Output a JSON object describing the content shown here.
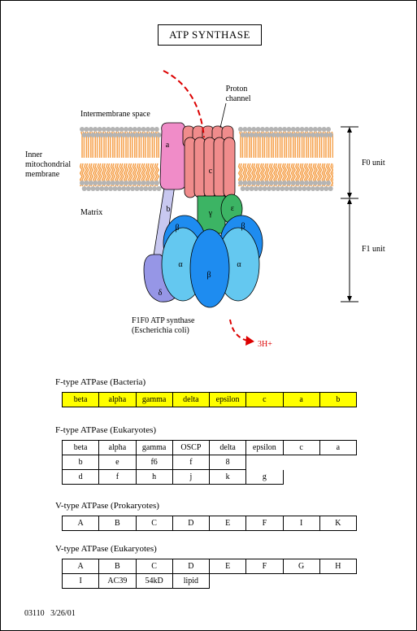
{
  "title": "ATP SYNTHASE",
  "diagram": {
    "labels": {
      "intermembrane_space": "Intermembrane space",
      "proton_channel_line1": "Proton",
      "proton_channel_line2": "channel",
      "inner_line1": "Inner",
      "inner_line2": "mitochondrial",
      "inner_line3": "membrane",
      "matrix": "Matrix",
      "f0_unit": "F0 unit",
      "f1_unit": "F1 unit",
      "caption_line1": "F1F0 ATP synthase",
      "caption_line2": "(Escherichia coli)",
      "protons": "3H+"
    },
    "subunits": {
      "a": "a",
      "b": "b",
      "c": "c",
      "gamma": "γ",
      "epsilon": "ε",
      "beta": "β",
      "alpha": "α",
      "delta": "δ"
    },
    "colors": {
      "lipid_tail": "#f5a04a",
      "lipid_head": "#b4b4b4",
      "c_ring": "#f08c8c",
      "a_subunit": "#f08cc8",
      "b_subunit": "#c8c8f0",
      "delta_subunit": "#9696e6",
      "gamma_subunit": "#3cb464",
      "beta_subunit": "#1e8cf0",
      "alpha_subunit": "#64c8f0",
      "proton_path": "#dc0000"
    }
  },
  "tables": [
    {
      "title": "F-type ATPase (Bacteria)",
      "highlight": true,
      "rows": [
        [
          "beta",
          "alpha",
          "gamma",
          "delta",
          "epsilon",
          "c",
          "a",
          "b"
        ]
      ]
    },
    {
      "title": "F-type ATPase (Eukaryotes)",
      "highlight": false,
      "rows": [
        [
          "beta",
          "alpha",
          "gamma",
          "OSCP",
          "delta",
          "epsilon",
          "c",
          "a"
        ],
        [
          "b",
          "e",
          "f6",
          "f",
          "8"
        ],
        [
          "d",
          "f",
          "h",
          "j",
          "k",
          "g"
        ]
      ]
    },
    {
      "title": "V-type ATPase (Prokaryotes)",
      "highlight": false,
      "rows": [
        [
          "A",
          "B",
          "C",
          "D",
          "E",
          "F",
          "I",
          "K"
        ]
      ]
    },
    {
      "title": "V-type ATPase (Eukaryotes)",
      "highlight": false,
      "rows": [
        [
          "A",
          "B",
          "C",
          "D",
          "E",
          "F",
          "G",
          "H"
        ],
        [
          "I",
          "AC39",
          "54kD",
          "lipid"
        ]
      ]
    }
  ],
  "footer": {
    "code": "03110",
    "date": "3/26/01"
  }
}
